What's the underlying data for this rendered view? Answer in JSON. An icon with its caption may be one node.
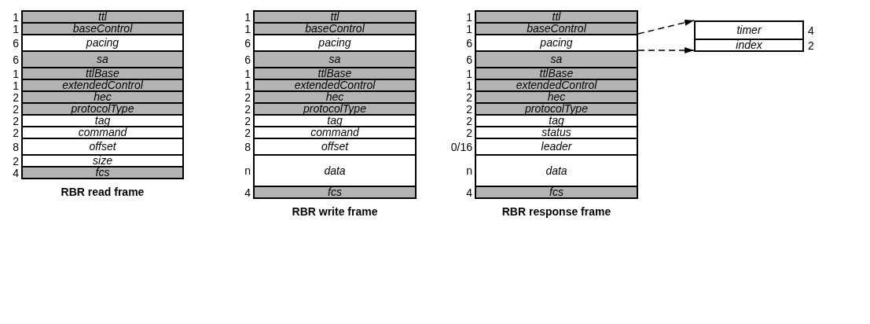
{
  "diagram": {
    "nodes": [
      {
        "text": [
          "ttl"
        ],
        "beside": [
          "1"
        ]
      },
      {
        "text": [
          "baseControl"
        ],
        "beside": [
          "1"
        ]
      },
      {
        "text": [
          "pacing"
        ],
        "beside": [
          "6"
        ]
      },
      {
        "text": [
          "sa"
        ],
        "beside": [
          "6"
        ]
      },
      {
        "text": [
          "ttlBase"
        ],
        "beside": [
          "1"
        ]
      },
      {
        "text": [
          "extendedControl"
        ],
        "beside": [
          "1"
        ]
      },
      {
        "text": [
          "hec"
        ],
        "beside": [
          "2"
        ]
      },
      {
        "text": [
          "protocolType"
        ],
        "beside": [
          "2"
        ]
      },
      {
        "text": [
          "tag"
        ],
        "beside": [
          "2"
        ]
      },
      {
        "text": [
          "command"
        ],
        "beside": [
          "2"
        ]
      },
      {
        "text": [
          "offset"
        ],
        "beside": [
          "8"
        ]
      },
      {
        "text": [
          "size"
        ],
        "beside": [
          "2"
        ]
      },
      {
        "text": [
          "fcs"
        ],
        "beside": [
          "4"
        ]
      },
      {
        "text": [
          "ttl"
        ],
        "beside": [
          "1"
        ]
      },
      {
        "text": [
          "baseControl"
        ],
        "beside": [
          "1"
        ]
      },
      {
        "text": [
          "pacing"
        ],
        "beside": [
          "6"
        ]
      },
      {
        "text": [
          "sa"
        ],
        "beside": [
          "6"
        ]
      },
      {
        "text": [
          "ttlBase"
        ],
        "beside": [
          "1"
        ]
      },
      {
        "text": [
          "extendedControl"
        ],
        "beside": [
          "1"
        ]
      },
      {
        "text": [
          "hec"
        ],
        "beside": [
          "2"
        ]
      },
      {
        "text": [
          "protocolType"
        ],
        "beside": [
          "2"
        ]
      },
      {
        "text": [
          "tag"
        ],
        "beside": [
          "2"
        ]
      },
      {
        "text": [
          "command"
        ],
        "beside": [
          "2"
        ]
      },
      {
        "text": [
          "offset"
        ],
        "beside": [
          "8"
        ]
      },
      {
        "text": [
          "data"
        ],
        "beside": [
          "n"
        ]
      },
      {
        "text": [
          "fcs"
        ],
        "beside": [
          "4"
        ]
      },
      {
        "text": [
          "ttl"
        ],
        "beside": [
          "1"
        ]
      },
      {
        "text": [
          "baseControl"
        ],
        "beside": [
          "1"
        ]
      },
      {
        "text": [
          "pacing"
        ],
        "beside": [
          "6"
        ]
      },
      {
        "text": [
          "sa"
        ],
        "beside": [
          "6"
        ]
      },
      {
        "text": [
          "ttlBase"
        ],
        "beside": [
          "1"
        ]
      },
      {
        "text": [
          "extendedControl"
        ],
        "beside": [
          "1"
        ]
      },
      {
        "text": [
          "hec"
        ],
        "beside": [
          "2"
        ]
      },
      {
        "text": [
          "protocolType"
        ],
        "beside": [
          "2"
        ]
      },
      {
        "text": [
          "tag"
        ],
        "beside": [
          "2"
        ]
      },
      {
        "text": [
          "status"
        ],
        "beside": [
          "2"
        ]
      },
      {
        "text": [
          "leader"
        ],
        "beside": [
          "0/16"
        ]
      },
      {
        "text": [
          "data"
        ],
        "beside": [
          "n"
        ]
      },
      {
        "text": [
          "fcs"
        ],
        "beside": [
          "4"
        ]
      },
      {
        "text": [
          "timer"
        ],
        "beside": [
          "4"
        ]
      },
      {
        "text": [
          "index"
        ],
        "beside": [
          "2"
        ]
      }
    ],
    "edges": [
      {
        "from": 28,
        "to": 39,
        "arrow": "to",
        "style": "dashed"
      },
      {
        "from": 28,
        "to": 40,
        "arrow": "to",
        "style": "dashed"
      }
    ],
    "labels": [
      "RBR read frame",
      "RBR write frame",
      "RBR response frame"
    ]
  }
}
